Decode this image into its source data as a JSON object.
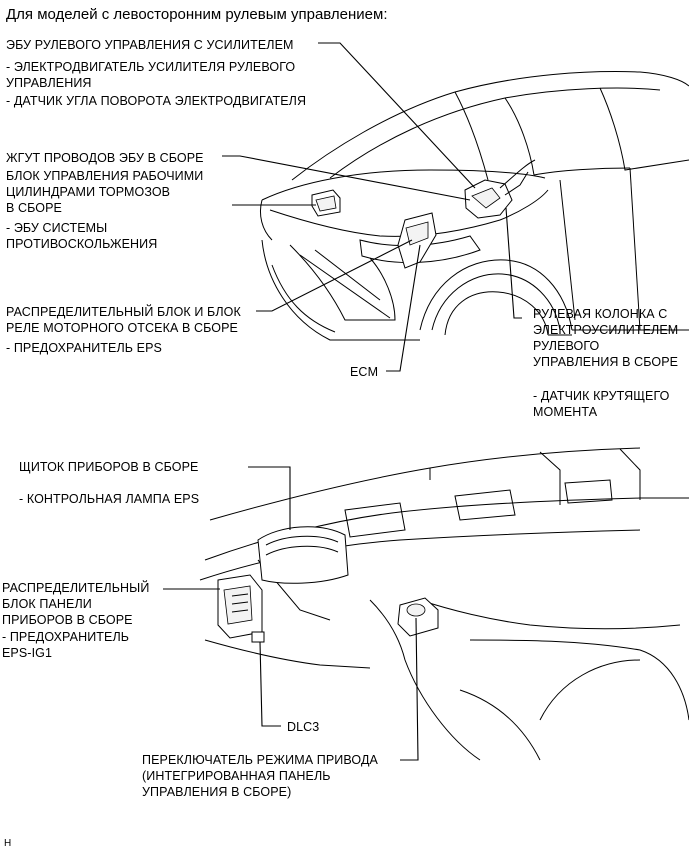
{
  "title": "Для моделей с левосторонним рулевым управлением:",
  "labels": {
    "eps_ecu": "ЭБУ РУЛЕВОГО УПРАВЛЕНИЯ С УСИЛИТЕЛЕМ",
    "eps_ecu_sub1": "- ЭЛЕКТРОДВИГАТЕЛЬ УСИЛИТЕЛЯ РУЛЕВОГО\nУПРАВЛЕНИЯ",
    "eps_ecu_sub2": "- ДАТЧИК УГЛА ПОВОРОТА ЭЛЕКТРОДВИГАТЕЛЯ",
    "wire_harness": "ЖГУТ ПРОВОДОВ ЭБУ В СБОРЕ",
    "brake_block": "БЛОК УПРАВЛЕНИЯ РАБОЧИМИ\nЦИЛИНДРАМИ ТОРМОЗОВ\nВ СБОРЕ",
    "brake_block_sub": "- ЭБУ СИСТЕМЫ\nПРОТИВОСКОЛЬЖЕНИЯ",
    "engine_relay": "РАСПРЕДЕЛИТЕЛЬНЫЙ БЛОК И БЛОК\nРЕЛЕ МОТОРНОГО ОТСЕКА В СБОРЕ",
    "engine_relay_sub": "- ПРЕДОХРАНИТЕЛЬ EPS",
    "ecm": "ECM",
    "column": "РУЛЕВАЯ КОЛОНКА С\nЭЛЕКТРОУСИЛИТЕЛЕМ\nРУЛЕВОГО\nУПРАВЛЕНИЯ В СБОРЕ",
    "column_sub": "- ДАТЧИК КРУТЯЩЕГО\nМОМЕНТА",
    "combination_meter": "ЩИТОК ПРИБОРОВ В СБОРЕ",
    "combination_meter_sub": "- КОНТРОЛЬНАЯ ЛАМПА EPS",
    "instrument_relay": "РАСПРЕДЕЛИТЕЛЬНЫЙ\nБЛОК ПАНЕЛИ\nПРИБОРОВ В СБОРЕ",
    "instrument_relay_sub": "- ПРЕДОХРАНИТЕЛЬ\nEPS-IG1",
    "dlc3": "DLC3",
    "drive_mode": "ПЕРЕКЛЮЧАТЕЛЬ РЕЖИМА ПРИВОДА\n(ИНТЕГРИРОВАННАЯ ПАНЕЛЬ\nУПРАВЛЕНИЯ В СБОРЕ)"
  },
  "figure_code": "H"
}
